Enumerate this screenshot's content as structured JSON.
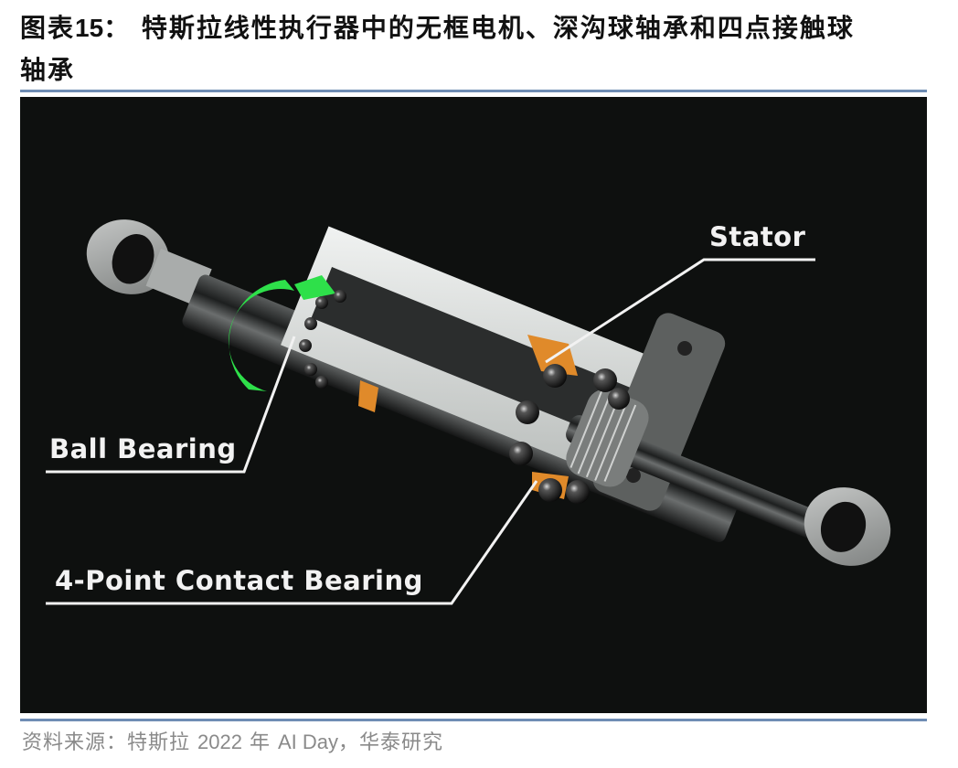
{
  "figure": {
    "title_prefix": "图表",
    "title_number": "15",
    "title_text_line1": "： 特斯拉线性执行器中的无框电机、深沟球轴承和四点接触球",
    "title_text_line2": "轴承",
    "image_description": "Cutaway render of Tesla linear actuator showing frameless motor stator, deep-groove ball bearing (highlighted green) and 4-point contact bearing",
    "callouts": {
      "stator": "Stator",
      "ball_bearing": "Ball Bearing",
      "four_point_bearing": "4-Point Contact Bearing"
    },
    "colors": {
      "background": "#0e100f",
      "rule": "#6f8db4",
      "highlight_green": "#2ee04a",
      "copper": "#e08a2a",
      "housing": "#d9dcda",
      "shaft": "#2a2c2c"
    }
  },
  "source": {
    "label": "资料来源：特斯拉",
    "year": "2022",
    "year_suffix": "年",
    "event": "AI Day",
    "separator": "，",
    "org": "华泰研究"
  }
}
